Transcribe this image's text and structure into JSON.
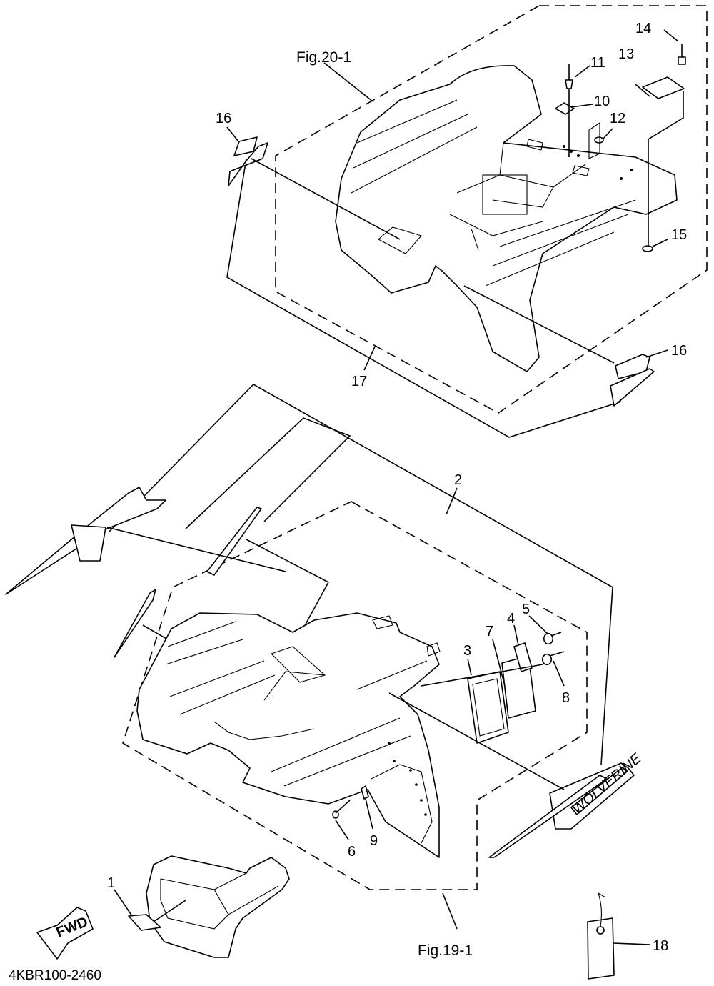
{
  "diagram": {
    "figure_refs": {
      "rear": "Fig.20-1",
      "front": "Fig.19-1"
    },
    "callouts": {
      "c1": "1",
      "c2": "2",
      "c3": "3",
      "c4": "4",
      "c5": "5",
      "c6": "6",
      "c7": "7",
      "c8": "8",
      "c9": "9",
      "c10": "10",
      "c11": "11",
      "c12": "12",
      "c13": "13",
      "c14": "14",
      "c15": "15",
      "c16a": "16",
      "c16b": "16",
      "c17": "17",
      "c18": "18"
    },
    "fwd_arrow": "FWD",
    "emblem_text": "WOLVERINE",
    "drawing_code": "4KBR100-2460"
  }
}
